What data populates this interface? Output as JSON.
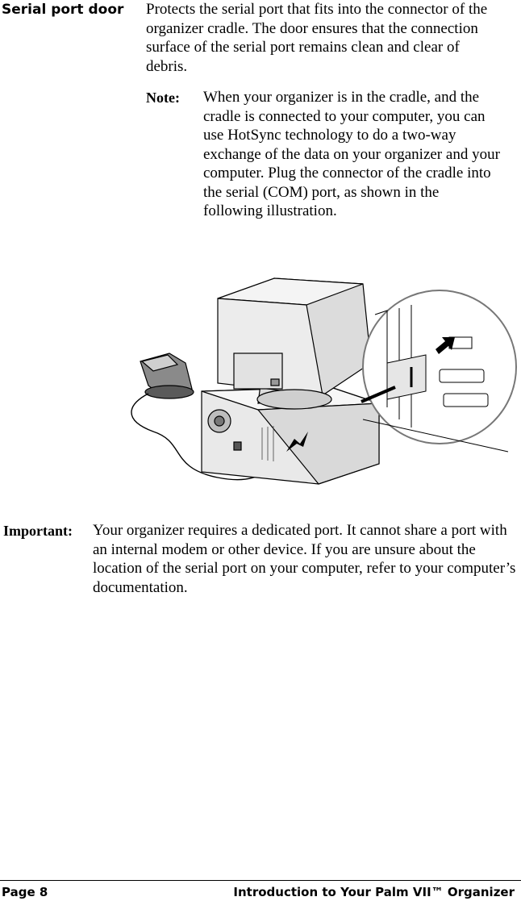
{
  "section": {
    "term": "Serial port door",
    "description": "Protects the serial port that fits into the connector of the organizer cradle. The door ensures that the connection surface of the serial port remains clean and clear of debris."
  },
  "note": {
    "label": "Note:",
    "text": "When your organizer is in the cradle, and the cradle is connected to your computer, you can use HotSync technology to do a two-way exchange of the data on your organizer and your computer. Plug the connector of the cradle into the serial (COM) port, as shown in the following illustration."
  },
  "important": {
    "label": "Important:",
    "text": "Your organizer requires a dedicated port. It cannot share a port with an internal modem or other device. If you are unsure about the location of the serial port on your computer, refer to your computer’s documentation."
  },
  "footer": {
    "page": "Page 8",
    "chapter": "Introduction to Your Palm VII™  Organizer"
  }
}
